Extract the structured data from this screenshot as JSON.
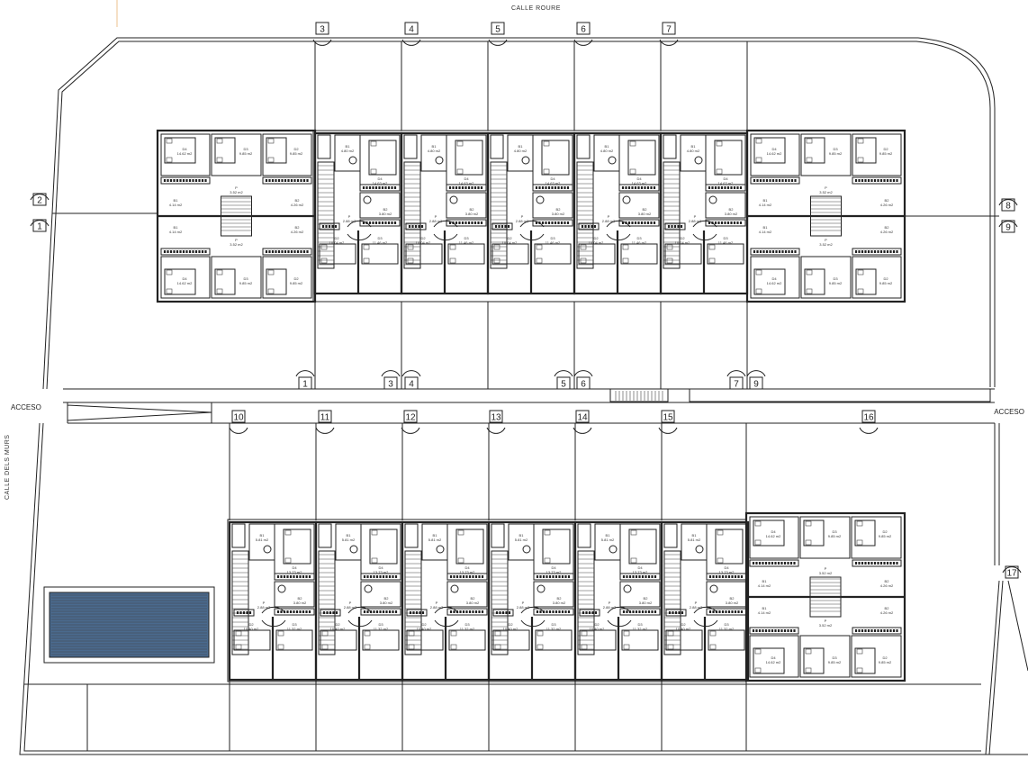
{
  "streets": {
    "top": "CALLE  ROURE",
    "left": "CALLE  DELS  MURS"
  },
  "access_labels": {
    "left": "ACCESO",
    "right": "ACCESO"
  },
  "door_numbers": {
    "top": [
      "3",
      "4",
      "5",
      "6",
      "7"
    ],
    "left": [
      "2",
      "1"
    ],
    "right": [
      "8",
      "9"
    ],
    "courtyard": [
      "1",
      "3",
      "4",
      "5",
      "6",
      "7",
      "9"
    ],
    "corridor": [
      "10",
      "11",
      "12",
      "13",
      "14",
      "15",
      "16"
    ],
    "east": [
      "17"
    ]
  },
  "upper_unit_rooms": [
    {
      "name": "B1",
      "area": "4.80 m2"
    },
    {
      "name": "D4",
      "area": "14.63 m2"
    },
    {
      "name": "B2",
      "area": "3.80 m2"
    },
    {
      "name": "P",
      "area": "2.88 m2"
    },
    {
      "name": "D2",
      "area": "10.04 m2"
    },
    {
      "name": "D3",
      "area": "11.46 m2"
    }
  ],
  "lower_unit_rooms": [
    {
      "name": "B1",
      "area": "5.81 m2"
    },
    {
      "name": "D4",
      "area": "13.73 m2"
    },
    {
      "name": "B2",
      "area": "3.80 m2"
    },
    {
      "name": "P",
      "area": "2.88 m2"
    },
    {
      "name": "D2",
      "area": "10.40 m2"
    },
    {
      "name": "D3",
      "area": "11.32 m2"
    }
  ],
  "corner_block_rooms": [
    {
      "name": "D4",
      "area": "14.62 m2"
    },
    {
      "name": "D3",
      "area": "9.85 m2"
    },
    {
      "name": "D2",
      "area": "9.85 m2"
    },
    {
      "name": "B1",
      "area": "4.14 m2"
    },
    {
      "name": "B2",
      "area": "4.26 m2"
    },
    {
      "name": "P",
      "area": "3.52 m2"
    }
  ],
  "colors": {
    "line": "#222222",
    "pool": "#4a6a8e",
    "marker": "#e8b070"
  }
}
